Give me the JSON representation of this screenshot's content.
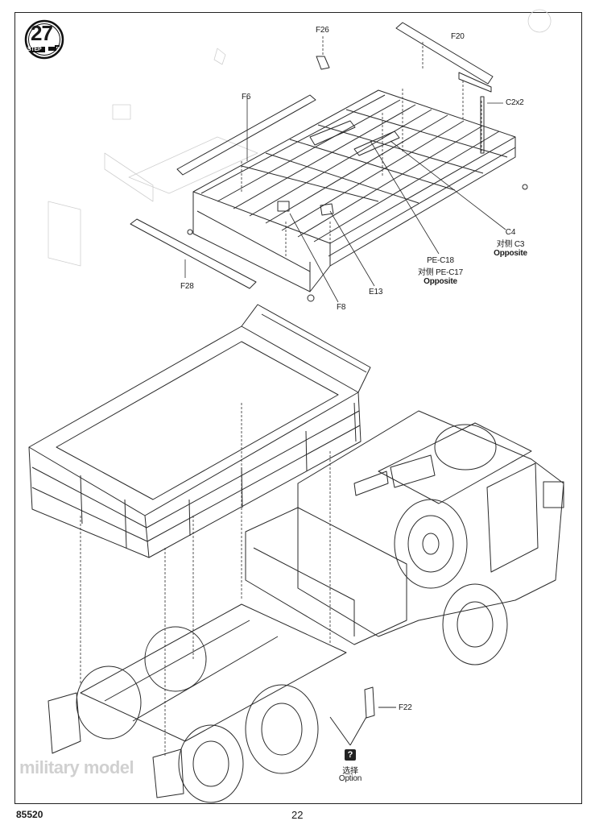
{
  "step": {
    "number": "27",
    "label": "STEP"
  },
  "parts": {
    "f26": "F26",
    "f20": "F20",
    "c2x2": "C2x2",
    "f6": "F6",
    "c4": "C4",
    "c4_opposite_cn": "对侧 C3",
    "c4_opposite_en": "Opposite",
    "pe_c18": "PE-C18",
    "pe_c18_opposite_cn": "对侧 PE-C17",
    "pe_c18_opposite_en": "Opposite",
    "f28": "F28",
    "f8": "F8",
    "e13": "E13",
    "f22": "F22"
  },
  "option": {
    "icon": "?",
    "label_cn": "选择",
    "label_en": "Option"
  },
  "footer": {
    "kit_number": "85520",
    "page_number": "22"
  },
  "watermark": "military model"
}
